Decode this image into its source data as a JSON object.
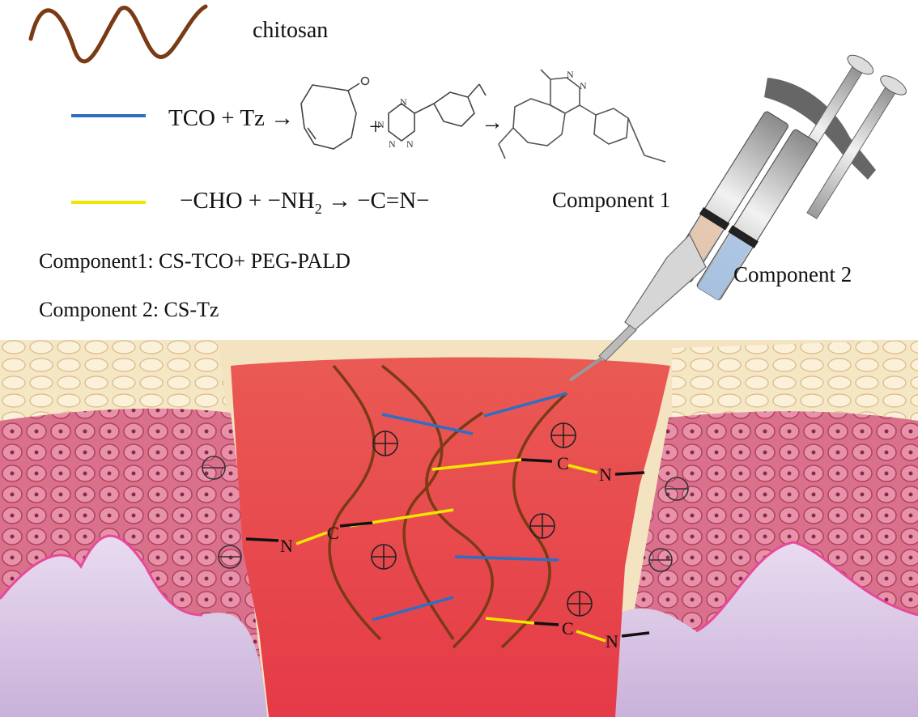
{
  "legend": {
    "chitosan_label": "chitosan",
    "tco_reaction": "TCO + Tz →",
    "aldehyde_reaction": "−CHO + −NH",
    "aldehyde_reaction_sub": "2",
    "aldehyde_reaction_tail": " → −C=N−"
  },
  "components": {
    "component1_definition": "Component1: CS-TCO+ PEG-PALD",
    "component2_definition": "Component 2: CS-Tz",
    "component1_tag": "Component 1",
    "component2_tag": "Component 2"
  },
  "structure_labels": {
    "N": "N",
    "C": "C",
    "plus": "+"
  },
  "colors": {
    "chitosan": "#7a3a14",
    "tco_link": "#2e6fc4",
    "imine_link": "#f2e600",
    "gel": "#e8464a",
    "tissue_upper": "#f3e3c0",
    "tissue_cells": "#d96a88",
    "dermis": "#d8c6e4"
  },
  "icons": [
    "syringe-icon",
    "plus-charge-icon",
    "minus-charge-icon",
    "tetrazine-structure-icon",
    "trans-cyclooctene-structure-icon",
    "product-structure-icon"
  ]
}
